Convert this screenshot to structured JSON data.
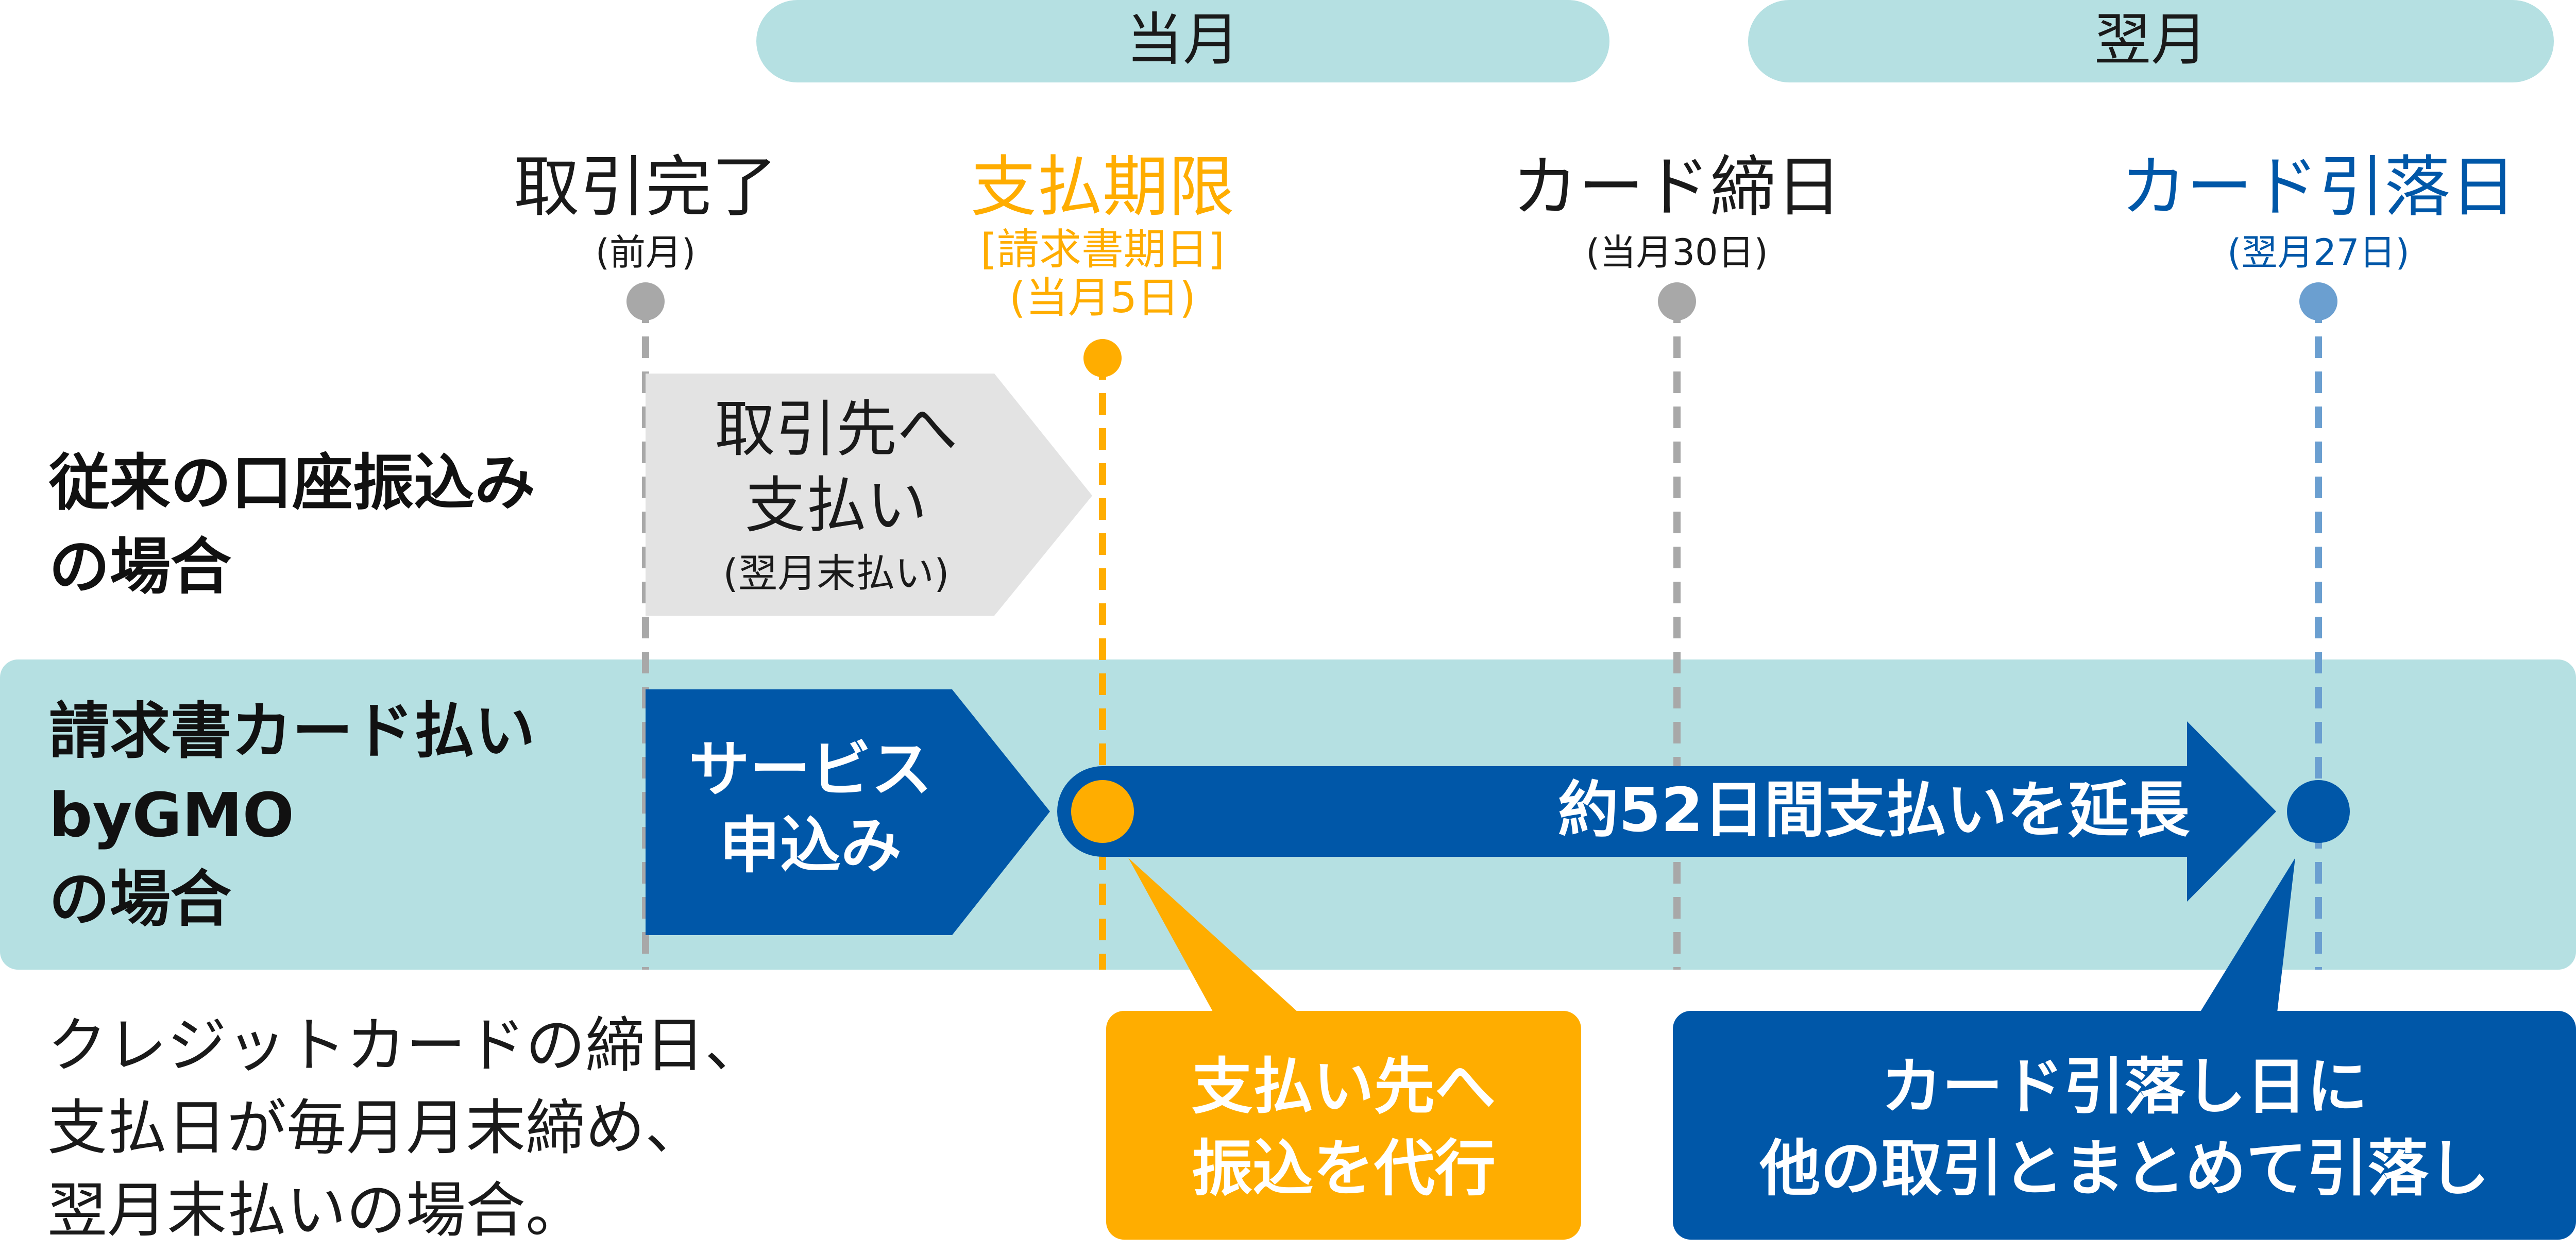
{
  "months": {
    "current": "当月",
    "next": "翌月"
  },
  "milestones": [
    {
      "title": "取引完了",
      "sub": [
        "(前月)"
      ]
    },
    {
      "title": "支払期限",
      "sub": [
        "[請求書期日]",
        "(当月5日)"
      ]
    },
    {
      "title": "カード締日",
      "sub": [
        "(当月30日)"
      ]
    },
    {
      "title": "カード引落日",
      "sub": [
        "(翌月27日)"
      ]
    }
  ],
  "rows": {
    "conventional": {
      "label": [
        "従来の口座振込み",
        "の場合"
      ],
      "box": [
        "取引先へ",
        "支払い",
        "(翌月末払い)"
      ]
    },
    "invoice_card": {
      "label": [
        "請求書カード払い",
        "byGMO",
        "の場合"
      ],
      "box": [
        "サービス",
        "申込み"
      ],
      "arrow": "約52日間支払いを延長"
    }
  },
  "note": [
    "クレジットカードの締日、",
    "支払日が毎月月末締め、",
    "翌月末払いの場合。"
  ],
  "callouts": {
    "orange": [
      "支払い先へ",
      "振込を代行"
    ],
    "blue": [
      "カード引落し日に",
      "他の取引とまとめて引落し"
    ]
  },
  "colors": {
    "band": "#b5e0e2",
    "orange": "#ffad00",
    "blue": "#0057a8",
    "light_blue": "#6b9fd0",
    "gray": "#a8a8a8",
    "box_gray": "#e3e3e3"
  }
}
